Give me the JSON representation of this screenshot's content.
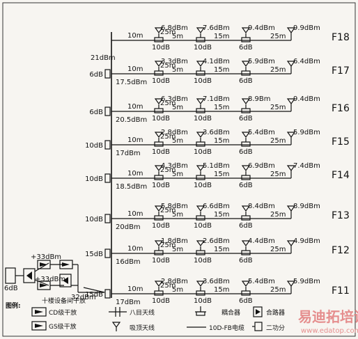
{
  "floors": [
    {
      "floor": "F18",
      "ant": [
        "6.8dBm",
        "7.6dBm",
        "9.4dBm",
        "9.9dBm"
      ],
      "left_level": "",
      "feed_level": "",
      "tap": ""
    },
    {
      "floor": "F17",
      "ant": [
        "3.3dBm",
        "4.1dBm",
        "5.9dBm",
        "6.4dBm"
      ],
      "left_level": "21dBm",
      "feed_level": "17.5dBm",
      "tap": "6dB"
    },
    {
      "floor": "F16",
      "ant": [
        "6.3dBm",
        "7.1dBm",
        "8.9Bm",
        "9.4dBm"
      ],
      "left_level": "",
      "feed_level": "20.5dBm",
      "tap": "6dB"
    },
    {
      "floor": "F15",
      "ant": [
        "2.8dBm",
        "3.6dBm",
        "5.4dBm",
        "5.9dBm"
      ],
      "left_level": "",
      "feed_level": "17dBm",
      "tap": "10dB"
    },
    {
      "floor": "F14",
      "ant": [
        "4.3dBm",
        "5.1dBm",
        "6.9dBm",
        "7.4dBm"
      ],
      "left_level": "",
      "feed_level": "18.5dBm",
      "tap": "10dB"
    },
    {
      "floor": "F13",
      "ant": [
        "5.8dBm",
        "6.6dBm",
        "8.4dBm",
        "8.9dBm"
      ],
      "left_level": "",
      "feed_level": "20dBm",
      "tap": "10dB"
    },
    {
      "floor": "F12",
      "ant": [
        "1.8dBm",
        "2.6dBm",
        "4.4dBm",
        "4.9dBm"
      ],
      "left_level": "",
      "feed_level": "16dBm",
      "tap": "15dB"
    },
    {
      "floor": "F11",
      "ant": [
        "2.8dBm",
        "3.6dBm",
        "5.4dBm",
        "5.9dBm"
      ],
      "left_level": "",
      "feed_level": "17dBm",
      "tap": "15dB"
    }
  ],
  "row_labels": {
    "len1": "10m",
    "len2": "25m",
    "len3": "5m",
    "len4": "15m",
    "len5": "25m",
    "att1": "10dB",
    "att2": "10dB",
    "att3": "6dB"
  },
  "amp": {
    "level_top": "+33dBm",
    "level_mid": "+33dBm",
    "level_out": "32dBm",
    "coupler_left": "6dB"
  },
  "legend": {
    "title": "图例:",
    "caption": "十楼设备间干放",
    "cd_amp": "CD级干放",
    "gs_amp": "GS级干放",
    "splitter": "八目天线",
    "antenna": "吸顶天线",
    "combiner": "耦合器",
    "power_div": "合路器",
    "cable": "10D-FB电缆",
    "two_way": "二功分"
  },
  "watermark": {
    "cn": "易迪拓培训",
    "url": "www.edatop.com"
  },
  "colors": {
    "ink": "#1a1a1a",
    "paper": "#f7f5f1",
    "watermark": "#e06060"
  }
}
